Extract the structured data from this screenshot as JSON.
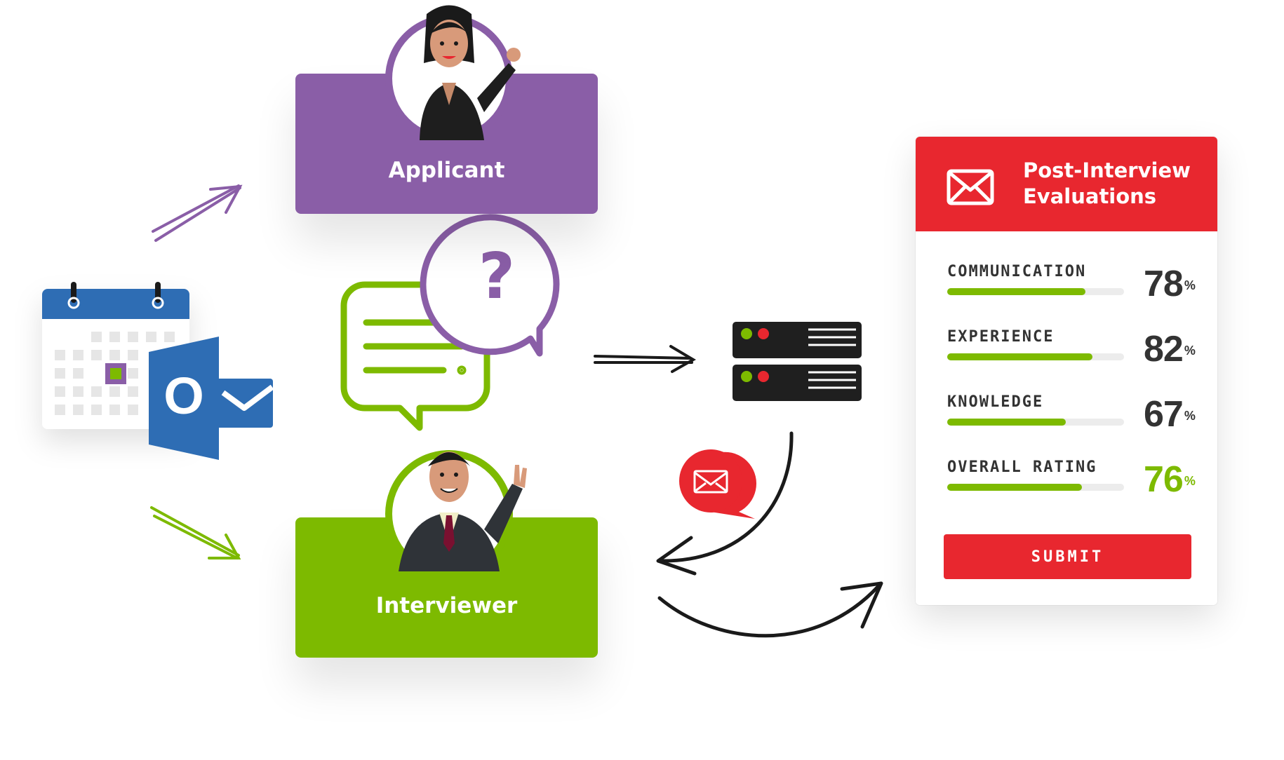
{
  "roles": {
    "applicant": {
      "label": "Applicant"
    },
    "interviewer": {
      "label": "Interviewer"
    }
  },
  "bubbles": {
    "question_mark": "?"
  },
  "calendar_app": {
    "outlook_letter": "O"
  },
  "evaluation_panel": {
    "title_line1": "Post-Interview",
    "title_line2": "Evaluations",
    "metrics": [
      {
        "label": "COMMUNICATION",
        "value": 78,
        "unit": "%"
      },
      {
        "label": "EXPERIENCE",
        "value": 82,
        "unit": "%"
      },
      {
        "label": "KNOWLEDGE",
        "value": 67,
        "unit": "%"
      },
      {
        "label": "OVERALL RATING",
        "value": 76,
        "unit": "%"
      }
    ],
    "submit_label": "SUBMIT"
  },
  "colors": {
    "purple": "#8a5ea7",
    "green": "#7dba00",
    "red": "#e8272f",
    "dark": "#222222",
    "outlook_blue": "#2e6db4"
  },
  "icons": [
    "calendar-icon",
    "outlook-icon",
    "question-bubble-icon",
    "chat-bubble-icon",
    "server-icon",
    "mail-bubble-icon",
    "envelope-icon",
    "arrow-icon"
  ]
}
